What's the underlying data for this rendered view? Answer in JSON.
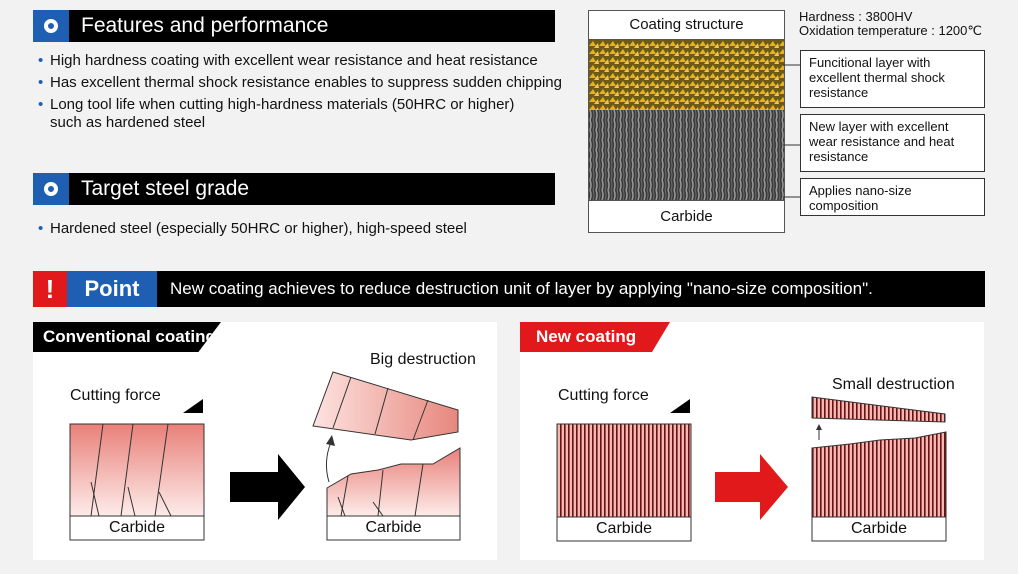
{
  "features": {
    "title": "Features and performance",
    "bullets": [
      "High hardness coating with excellent wear resistance and heat resistance",
      "Has excellent thermal shock resistance enables to suppress sudden chipping",
      "Long tool life when cutting high-hardness materials (50HRC or higher) such as hardened steel"
    ]
  },
  "target": {
    "title": "Target steel grade",
    "bullets": [
      "Hardened steel (especially 50HRC or higher), high-speed steel"
    ]
  },
  "coating": {
    "structure_label": "Coating structure",
    "carbide_label": "Carbide",
    "hardness": "Hardness : 3800HV",
    "oxidation": "Oxidation temperature : 1200℃",
    "callouts": [
      "Funcitional layer with excellent thermal shock resistance",
      "New layer with excellent wear resistance and heat resistance",
      "Applies nano-size composition"
    ]
  },
  "point": {
    "mark": "!",
    "label": "Point",
    "text": "New coating achieves to reduce destruction unit of layer by applying \"nano-size composition\"."
  },
  "conventional": {
    "tag": "Conventional coating",
    "cutting_force": "Cutting force",
    "destruction": "Big destruction",
    "carbide_left": "Carbide",
    "carbide_right": "Carbide"
  },
  "new": {
    "tag": "New coating",
    "cutting_force": "Cutting force",
    "destruction": "Small destruction",
    "carbide_left": "Carbide",
    "carbide_right": "Carbide"
  },
  "colors": {
    "accent_blue": "#1f5fb3",
    "accent_red": "#e2191a",
    "coating_yellow": "#e3b21e"
  }
}
